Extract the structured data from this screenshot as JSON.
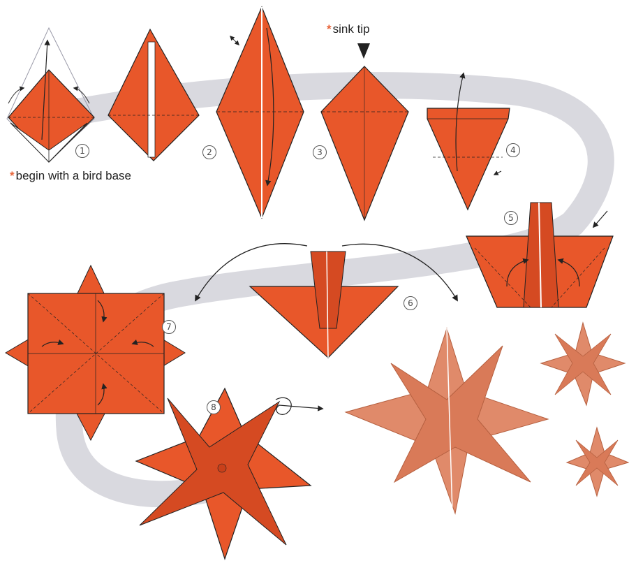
{
  "annotations": {
    "begin_note": "begin with a bird base",
    "sink_note": "sink tip",
    "asterisk": "*"
  },
  "steps": [
    {
      "number": "1"
    },
    {
      "number": "2"
    },
    {
      "number": "3"
    },
    {
      "number": "4"
    },
    {
      "number": "5"
    },
    {
      "number": "6"
    },
    {
      "number": "7"
    },
    {
      "number": "8"
    }
  ],
  "colors": {
    "paper": "#e8572a",
    "paper_dark": "#c9401a",
    "finished_star": "#e08a6a",
    "path_ribbon": "#d9d9df",
    "outline": "#1a1a1a",
    "accent_text": "#e8653a"
  },
  "icons": [
    "fold-arrow-icon",
    "sink-arrow-icon",
    "turn-over-icon",
    "repeat-icon"
  ]
}
